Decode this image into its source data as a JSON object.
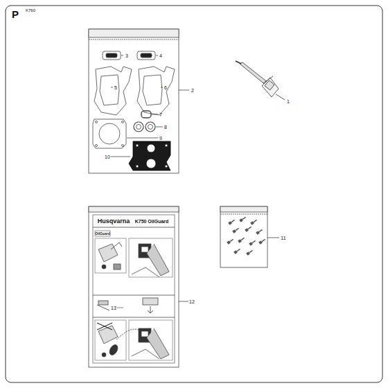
{
  "diagram": {
    "labels": [
      "P",
      "K760",
      "1",
      "2",
      "3",
      "4",
      "5",
      "6",
      "7",
      "8",
      "9",
      "10",
      "11",
      "12",
      "13",
      "Husqvarna",
      "K750 OilGuard",
      "OilGuard"
    ]
  }
}
